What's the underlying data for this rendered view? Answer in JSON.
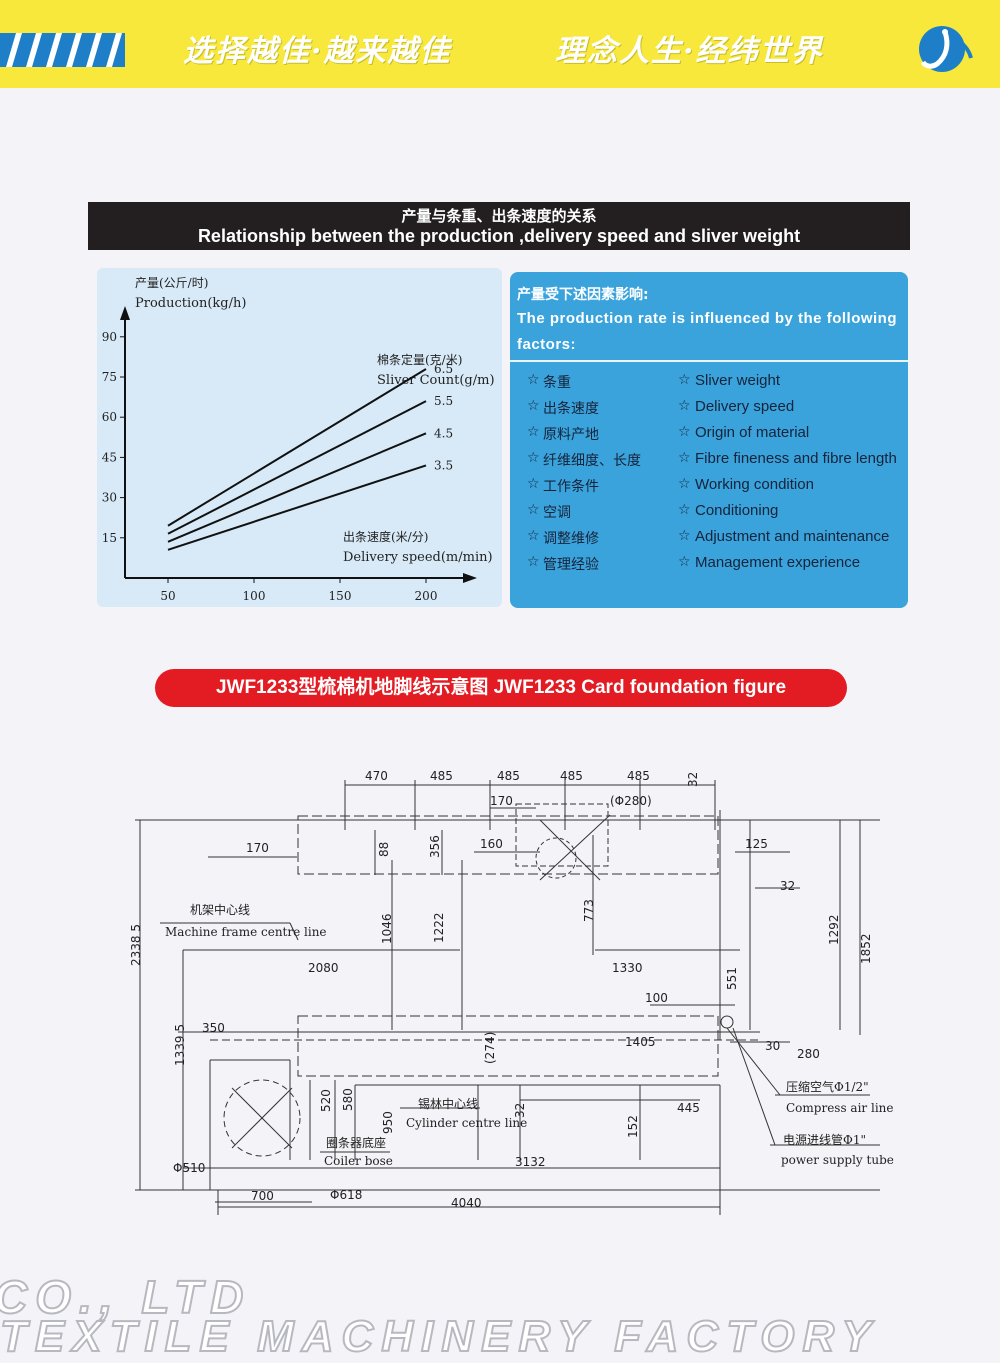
{
  "banner": {
    "slogan_left": "选择越佳·越来越佳",
    "slogan_right": "理念人生·经纬世界"
  },
  "section": {
    "title_cn": "产量与条重、出条速度的关系",
    "title_en": "Relationship between the production ,delivery speed and sliver weight"
  },
  "chart_data": {
    "type": "line",
    "ylabel_cn": "产量(公斤/时)",
    "ylabel_en": "Production(kg/h)",
    "xlabel_cn": "出条速度(米/分)",
    "xlabel_en": "Delivery speed(m/min)",
    "legend_title_cn": "棉条定量(克/米)",
    "legend_title_en": "Sliver Count(g/m)",
    "x_ticks": [
      "50",
      "100",
      "150",
      "200"
    ],
    "y_ticks": [
      "15",
      "30",
      "45",
      "60",
      "75",
      "90"
    ],
    "xlim": [
      25,
      225
    ],
    "ylim": [
      0,
      100
    ],
    "x": [
      50,
      200
    ],
    "series": [
      {
        "name": "6.5",
        "values": [
          19.5,
          78
        ]
      },
      {
        "name": "5.5",
        "values": [
          16.5,
          66
        ]
      },
      {
        "name": "4.5",
        "values": [
          13.5,
          54
        ]
      },
      {
        "name": "3.5",
        "values": [
          10.5,
          42
        ]
      }
    ]
  },
  "factors": {
    "heading_cn": "产量受下述因素影响:",
    "heading_en": "The production rate is influenced  by the following factors:",
    "star": "☆",
    "items": [
      {
        "cn": "条重",
        "en": "Sliver weight"
      },
      {
        "cn": "出条速度",
        "en": "Delivery speed"
      },
      {
        "cn": "原料产地",
        "en": "Origin of material"
      },
      {
        "cn": "纤维细度、长度",
        "en": "Fibre fineness and fibre length"
      },
      {
        "cn": "工作条件",
        "en": "Working condition"
      },
      {
        "cn": "空调",
        "en": "Conditioning"
      },
      {
        "cn": "调整维修",
        "en": "Adjustment and maintenance"
      },
      {
        "cn": "管理经验",
        "en": "Management experience"
      }
    ]
  },
  "foundation": {
    "title": "JWF1233型梳棉机地脚线示意图 JWF1233 Card foundation figure",
    "dims": {
      "d470": "470",
      "d485a": "485",
      "d485b": "485",
      "d485c": "485",
      "d485d": "485",
      "d32top": "32",
      "d170top": "170",
      "d280": "(Φ280)",
      "d170left": "170",
      "d88": "88",
      "d356": "356",
      "d160": "160",
      "d125": "125",
      "d32r": "32",
      "d773": "773",
      "d1046": "1046",
      "d1222": "1222",
      "d1292": "1292",
      "d1852": "1852",
      "d2338": "2338 5",
      "d2080": "2080",
      "d1330": "1330",
      "d551": "551",
      "d100": "100",
      "d1339": "1339 5",
      "d350": "350",
      "d1405": "1405",
      "d274": "(274)",
      "d30": "30",
      "d280b": "280",
      "d520": "520",
      "d580": "580",
      "d950": "950",
      "d32c": "32",
      "d445": "445",
      "d152": "152",
      "d510": "Φ510",
      "d3132": "3132",
      "d700": "700",
      "d618": "Φ618",
      "d4040": "4040"
    },
    "labels": {
      "frame_cn": "机架中心线",
      "frame_en": "Machine frame centre line",
      "cyl_cn": "锡林中心线",
      "cyl_en": "Cylinder centre line",
      "coiler_cn": "圈条器底座",
      "coiler_en": "Coiler bose",
      "air_cn": "压缩空气Φ1/2\"",
      "air_en": "Compress air line",
      "power_cn": "电源进线管Φ1\"",
      "power_en": "power supply tube"
    }
  },
  "footer": {
    "line1": "CO., LTD",
    "line2": "TEXTILE MACHINERY FACTORY"
  }
}
